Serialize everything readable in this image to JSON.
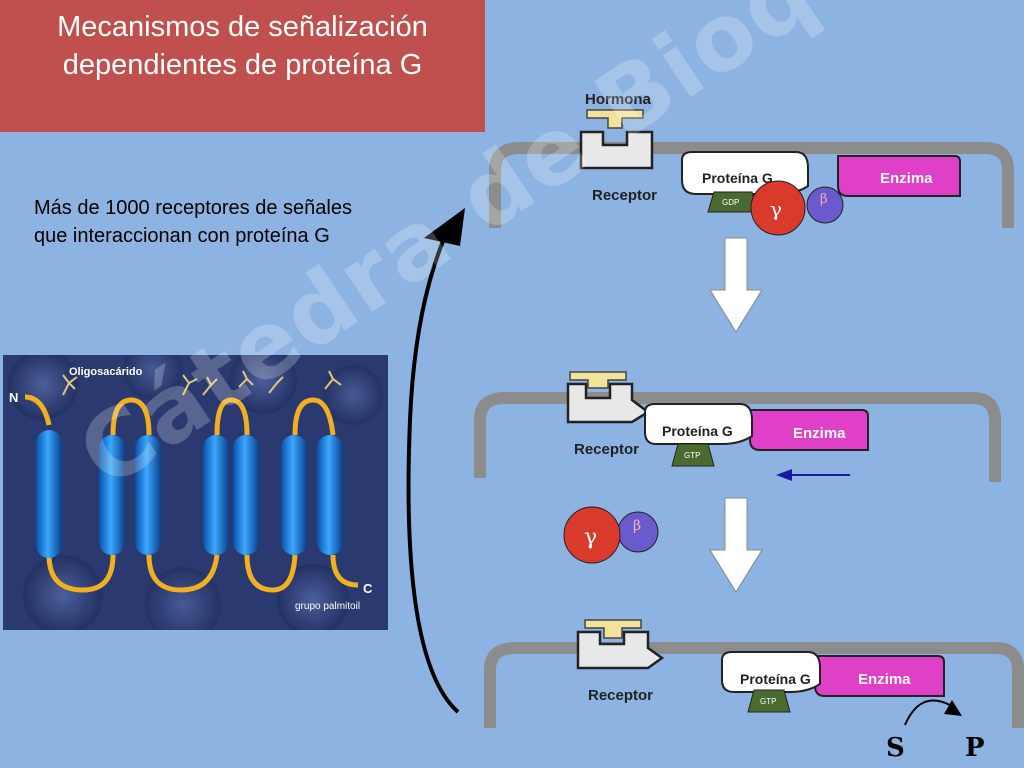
{
  "title": "Mecanismos de señalización dependientes de proteína G",
  "title_lines": [
    "Mecanismos de señalización",
    "dependientes de proteína G"
  ],
  "subtitle": "Más de 1000 receptores de señales que interaccionan con proteína G",
  "photo_labels": {
    "oligo": "Oligosacárido",
    "n_term": "N",
    "c_term": "C",
    "palmitoil": "grupo palmitoil"
  },
  "labels": {
    "hormona": "Hormona",
    "receptor": "Receptor",
    "proteina_g": "Proteína G",
    "enzima": "Enzima",
    "gdp": "GDP",
    "gtp": "GTP",
    "gamma": "γ",
    "beta": "β",
    "substrate": "S",
    "product": "P"
  },
  "watermark": "Cátedra de Bioquímica",
  "colors": {
    "title_bg": "#c0504d",
    "background": "#8db3e2",
    "enzima": "#e040c8",
    "gdp_gtp": "#4a6a30",
    "gamma": "#d93a2b",
    "beta": "#6a5acd",
    "hormona": "#f2e29a"
  }
}
